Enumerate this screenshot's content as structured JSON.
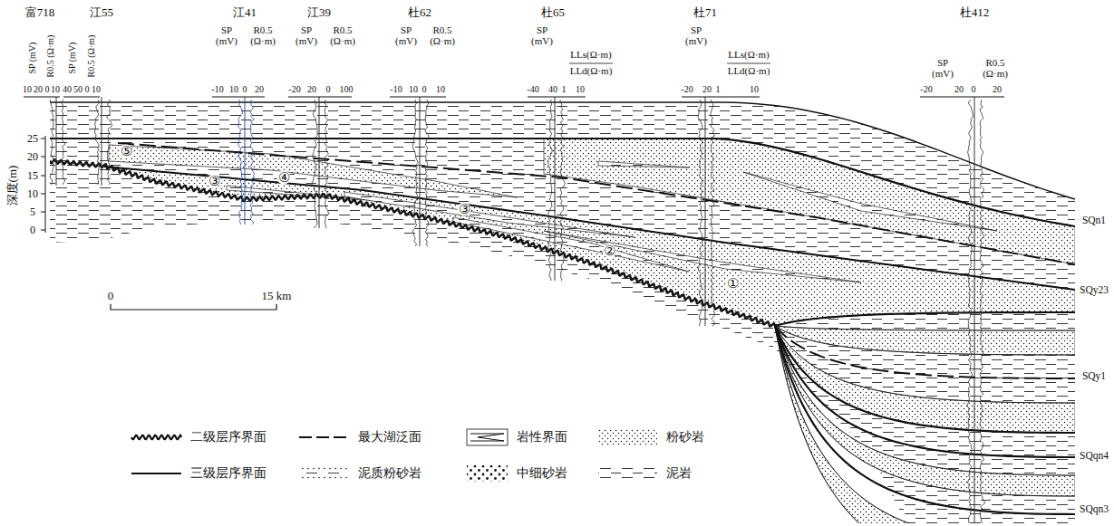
{
  "diagram": {
    "labels": [
      "富718",
      "江55",
      "江41",
      "江39",
      "杜62",
      "杜65",
      "杜71",
      "杜412",
      "SP (mV)",
      "R0.5 (Ω·m)",
      "10",
      "20",
      "0",
      "10",
      "SP (mV)",
      "R0.5 (Ω·m)",
      "40",
      "50",
      "0",
      "10",
      "SP (mV)",
      "R0.5 (Ω·m)",
      "-10",
      "10",
      "0",
      "20",
      "SP (mV)",
      "R0.5 (Ω·m)",
      "-20",
      "20",
      "0",
      "100",
      "SP (mV)",
      "R0.5 (Ω·m)",
      "-10",
      "10",
      "0",
      "10",
      "SP (mV)",
      "LLs(Ω·m)",
      "LLd(Ω·m)",
      "-40",
      "40",
      "1",
      "10",
      "SP (mV)",
      "LLs(Ω·m)",
      "LLd(Ω·m)",
      "-20",
      "20",
      "1",
      "10",
      "SP (mV)",
      "R0.5 (Ω·m)",
      "-20",
      "20",
      "0",
      "20",
      "深度(m)",
      "25",
      "20",
      "15",
      "10",
      "5",
      "0",
      "0",
      "15 km",
      "⑤",
      "③",
      "④",
      "③",
      "②",
      "①",
      "SQn1",
      "SQy23",
      "SQy1",
      "SQqn4",
      "SQqn3"
    ],
    "legend": [
      {
        "text": "二级层序界面"
      },
      {
        "text": "最大湖泛面"
      },
      {
        "text": "岩性界面"
      },
      {
        "text": "粉砂岩"
      },
      {
        "text": "三级层序界面"
      },
      {
        "text": "泥质粉砂岩"
      },
      {
        "text": "中细砂岩"
      },
      {
        "text": "泥岩"
      }
    ]
  }
}
